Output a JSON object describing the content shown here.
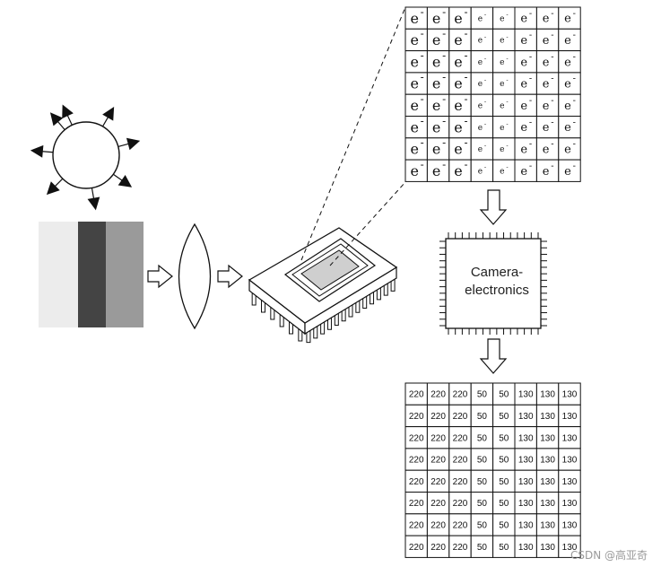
{
  "electronics": {
    "line1": "Camera-",
    "line2": "electronics"
  },
  "sensor_grid": {
    "symbol": "e",
    "superscript": "-",
    "rows": 8,
    "cols": 8,
    "charge_levels": [
      "large",
      "large",
      "large",
      "small",
      "small",
      "medium",
      "medium",
      "medium"
    ]
  },
  "value_grid": {
    "rows": [
      [
        "220",
        "220",
        "220",
        "50",
        "50",
        "130",
        "130",
        "130"
      ],
      [
        "220",
        "220",
        "220",
        "50",
        "50",
        "130",
        "130",
        "130"
      ],
      [
        "220",
        "220",
        "220",
        "50",
        "50",
        "130",
        "130",
        "130"
      ],
      [
        "220",
        "220",
        "220",
        "50",
        "50",
        "130",
        "130",
        "130"
      ],
      [
        "220",
        "220",
        "220",
        "50",
        "50",
        "130",
        "130",
        "130"
      ],
      [
        "220",
        "220",
        "220",
        "50",
        "50",
        "130",
        "130",
        "130"
      ],
      [
        "220",
        "220",
        "220",
        "50",
        "50",
        "130",
        "130",
        "130"
      ],
      [
        "220",
        "220",
        "220",
        "50",
        "50",
        "130",
        "130",
        "130"
      ]
    ]
  },
  "scene_stripes": [
    "#ececec",
    "#444444",
    "#9a9a9a"
  ],
  "watermark": "CSDN @高亚奇"
}
